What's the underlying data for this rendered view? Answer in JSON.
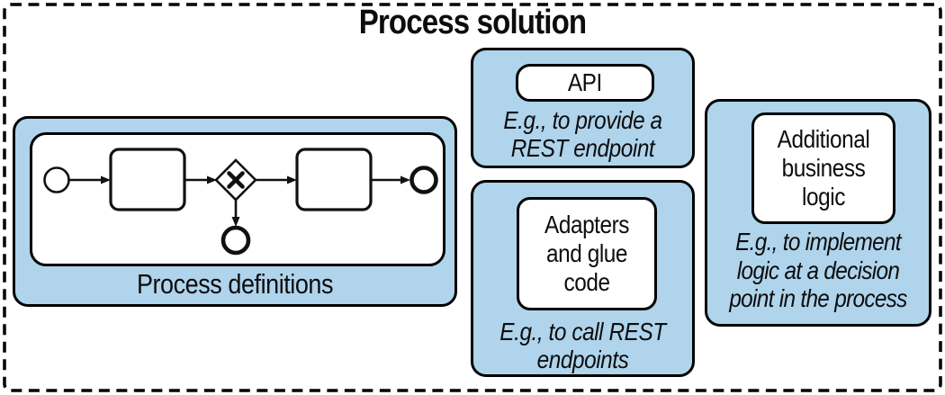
{
  "title": "Process solution",
  "colors": {
    "box_fill": "#AFD4EC",
    "border": "#000000",
    "background": "#FFFFFF"
  },
  "boxes": {
    "process_definitions": {
      "label": "Process definitions"
    },
    "api": {
      "label": "API",
      "description": "E.g., to provide a\nREST endpoint"
    },
    "adapters": {
      "label": "Adapters\nand glue\ncode",
      "description": "E.g., to call REST\nendpoints"
    },
    "logic": {
      "label": "Additional\nbusiness\nlogic",
      "description": "E.g., to implement\nlogic at a decision\npoint in the process"
    }
  }
}
